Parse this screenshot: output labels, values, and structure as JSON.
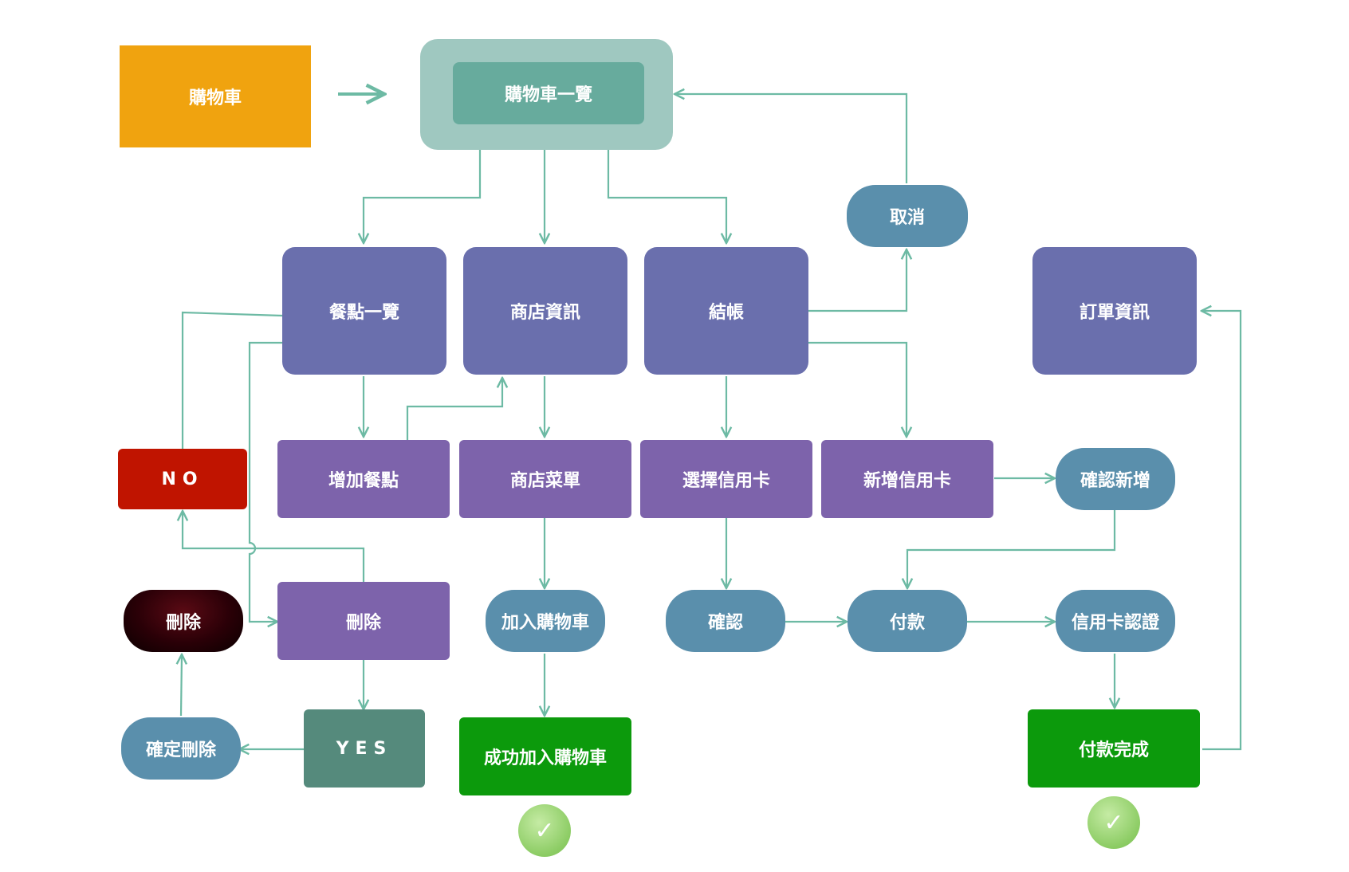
{
  "colors": {
    "connector": "#6dbaa4",
    "node_indigo": "#6a6fad",
    "node_violet": "#7d63ab",
    "node_teal": "#5a8fac",
    "node_green": "#0c9a0c",
    "node_red": "#c01400",
    "node_orange": "#f0a30f"
  },
  "nodes": {
    "cart": "購物車",
    "cart_list": "購物車一覽",
    "cancel": "取消",
    "meal_list": "餐點一覽",
    "store_info": "商店資訊",
    "checkout": "結帳",
    "order_info": "訂單資訊",
    "no": "NO",
    "add_meal": "增加餐點",
    "store_menu": "商店菜單",
    "choose_card": "選擇信用卡",
    "new_card": "新增信用卡",
    "confirm_add": "確認新增",
    "delete_dark": "刪除",
    "delete": "刪除",
    "add_to_cart": "加入購物車",
    "confirm": "確認",
    "pay": "付款",
    "card_verify": "信用卡認證",
    "confirm_delete": "確定刪除",
    "yes": "YES",
    "add_success": "成功加入購物車",
    "pay_done": "付款完成"
  },
  "icons": {
    "success_check": "check-icon"
  }
}
